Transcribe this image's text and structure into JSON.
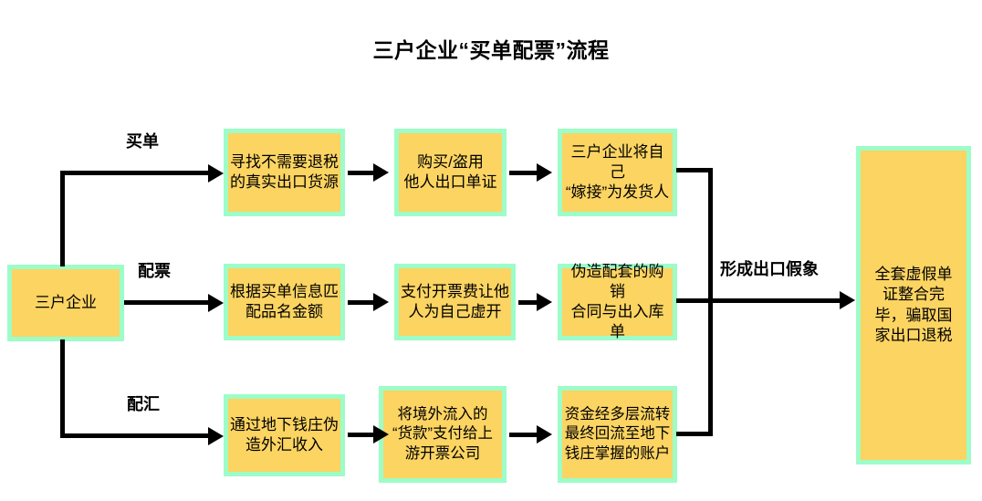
{
  "title": "三户企业“买单配票”流程",
  "colors": {
    "node_fill": "#fcd462",
    "node_border": "#9dfcc8",
    "line": "#000000",
    "text": "#000000",
    "background": "#ffffff"
  },
  "start_node": {
    "label": "三户企业"
  },
  "branch_labels": {
    "row1": "买单",
    "row2": "配票",
    "row3": "配汇"
  },
  "merge_label": "形成出口假象",
  "rows": [
    {
      "key": "row1",
      "branch": "买单",
      "steps": [
        {
          "label": "寻找不需要退税的真实出口货源",
          "lines": [
            "寻找不需要退税",
            "的真实出口货源"
          ]
        },
        {
          "label": "购买/盗用他人出口单证",
          "lines": [
            "购买/盗用",
            "他人出口单证"
          ]
        },
        {
          "label": "三户企业将自己“嫁接”为发货人",
          "lines": [
            "三户企业将自己",
            "“嫁接”为发货人"
          ]
        }
      ]
    },
    {
      "key": "row2",
      "branch": "配票",
      "steps": [
        {
          "label": "根据买单信息匹配品名金额",
          "lines": [
            "根据买单信息匹",
            "配品名金额"
          ]
        },
        {
          "label": "支付开票费让他人为自己虚开",
          "lines": [
            "支付开票费让他",
            "人为自己虚开"
          ]
        },
        {
          "label": "伪造配套的购销合同与出入库单",
          "lines": [
            "伪造配套的购销",
            "合同与出入库单"
          ]
        }
      ]
    },
    {
      "key": "row3",
      "branch": "配汇",
      "steps": [
        {
          "label": "通过地下钱庄伪造外汇收入",
          "lines": [
            "通过地下钱庄伪",
            "造外汇收入"
          ]
        },
        {
          "label": "将境外流入的“货款”支付给上游开票公司",
          "lines": [
            "将境外流入的",
            "“货款”支付给上",
            "游开票公司"
          ]
        },
        {
          "label": "资金经多层流转最终回流至地下钱庄掌握的账户",
          "lines": [
            "资金经多层流转",
            "最终回流至地下",
            "钱庄掌握的账户"
          ]
        }
      ]
    }
  ],
  "end_node": {
    "label": "全套虚假单证整合完毕，骗取国家出口退税",
    "lines": [
      "全套虚假单",
      "证整合完",
      "毕，骗取国",
      "家出口退税"
    ]
  }
}
